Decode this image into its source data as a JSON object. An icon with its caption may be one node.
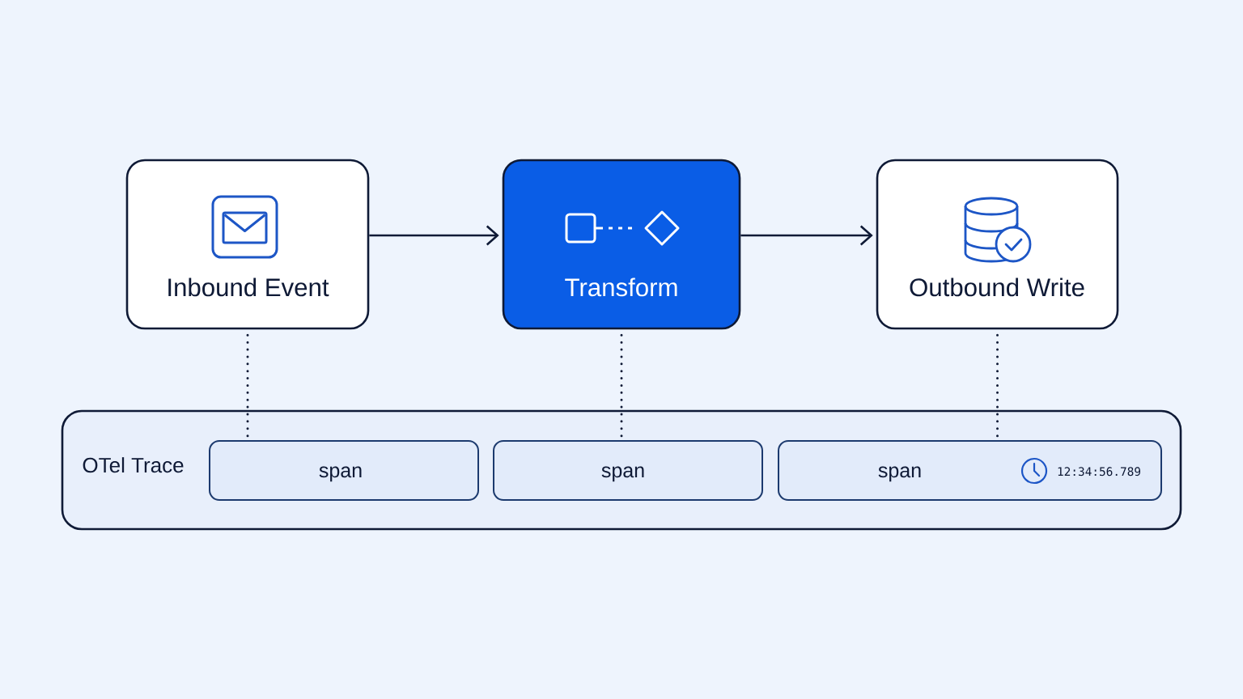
{
  "diagram": {
    "nodes": [
      {
        "text": [
          "Inbound Event"
        ]
      },
      {
        "text": [
          "Transform"
        ]
      },
      {
        "text": [
          "Outbound Write"
        ]
      },
      {
        "text": [
          "OTel Trace"
        ]
      },
      {
        "text": [
          "span"
        ],
        "in": 3
      },
      {
        "text": [
          "span"
        ],
        "in": 3
      },
      {
        "text": [
          "span",
          "12:34:56.789"
        ],
        "in": 3
      }
    ],
    "edges": [
      {
        "from": 0,
        "to": 1,
        "arrow": "to"
      },
      {
        "from": 1,
        "to": 2,
        "arrow": "to"
      },
      {
        "from": 0,
        "to": 4,
        "arrow": "none",
        "style": "dashed"
      },
      {
        "from": 1,
        "to": 5,
        "arrow": "none",
        "style": "dashed"
      },
      {
        "from": 2,
        "to": 6,
        "arrow": "none",
        "style": "dashed"
      }
    ]
  }
}
